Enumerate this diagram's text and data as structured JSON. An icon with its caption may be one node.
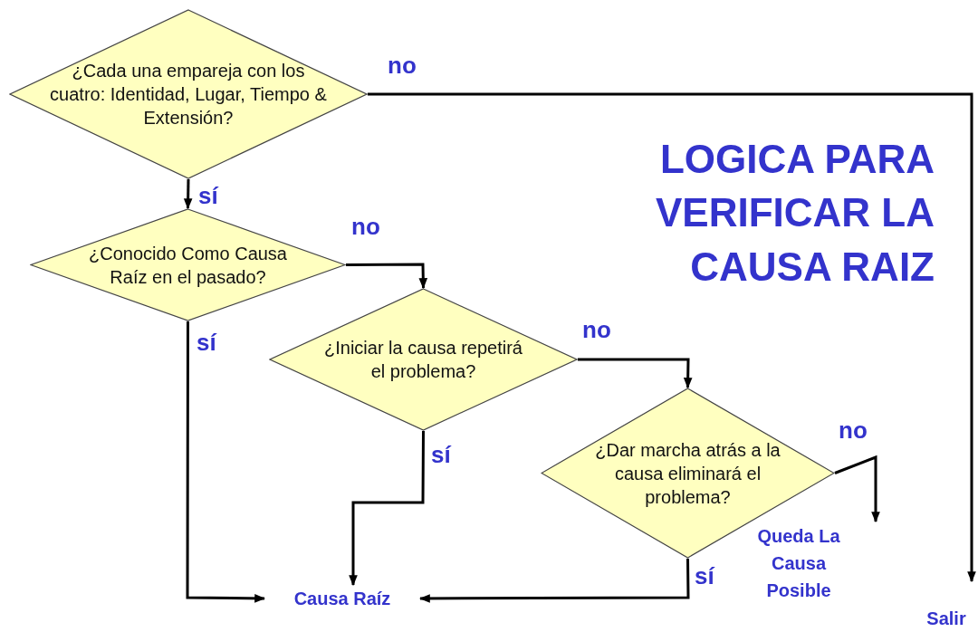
{
  "diagram": {
    "title": "LOGICA PARA VERIFICAR LA CAUSA RAIZ",
    "nodes": [
      {
        "text": [
          "¿Cada una empareja con los cuatro: Identidad, Lugar, Tiempo & Extensión?"
        ]
      },
      {
        "text": [
          "¿Conocido Como Causa Raíz en el pasado?"
        ]
      },
      {
        "text": [
          "¿Iniciar la causa repetirá el problema?"
        ]
      },
      {
        "text": [
          "¿Dar marcha atrás a la causa eliminará el problema?"
        ]
      },
      {
        "text": [
          "Causa Raíz"
        ]
      },
      {
        "text": [
          "Queda La Causa Posible"
        ]
      },
      {
        "text": [
          "Salir"
        ]
      }
    ],
    "edges": [
      {
        "from": 0,
        "to": 1,
        "arrow": "to",
        "label": "sí"
      },
      {
        "from": 0,
        "to": 6,
        "arrow": "to",
        "label": "no"
      },
      {
        "from": 1,
        "to": 2,
        "arrow": "to",
        "label": "no"
      },
      {
        "from": 1,
        "to": 4,
        "arrow": "to",
        "label": "sí"
      },
      {
        "from": 2,
        "to": 3,
        "arrow": "to",
        "label": "no"
      },
      {
        "from": 2,
        "to": 4,
        "arrow": "to",
        "label": "sí"
      },
      {
        "from": 3,
        "to": 5,
        "arrow": "to",
        "label": "no"
      },
      {
        "from": 3,
        "to": 4,
        "arrow": "to",
        "label": "sí"
      }
    ]
  }
}
